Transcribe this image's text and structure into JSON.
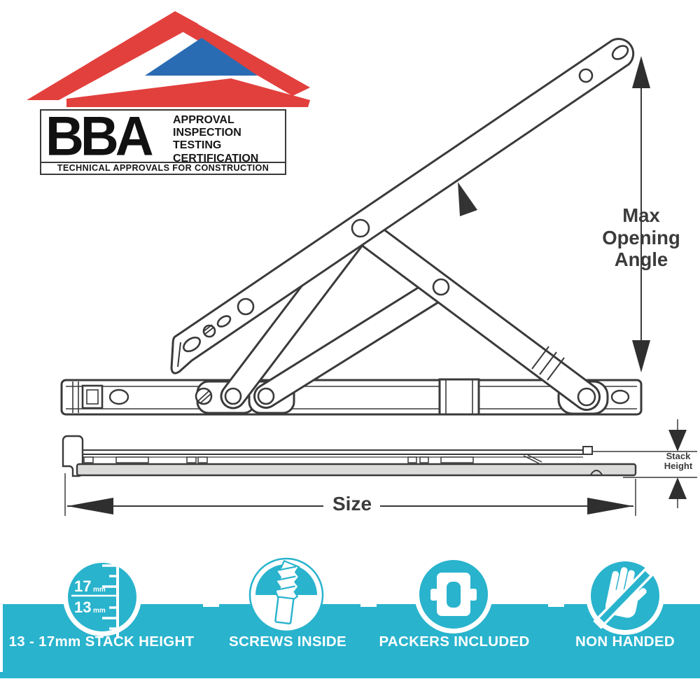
{
  "logo": {
    "acronym": "BBA",
    "services": [
      "APPROVAL",
      "INSPECTION",
      "TESTING",
      "CERTIFICATION"
    ],
    "tagline": "TECHNICAL APPROVALS FOR CONSTRUCTION"
  },
  "diagram": {
    "max_opening_angle_label": [
      "Max",
      "Opening",
      "Angle"
    ],
    "size_label": "Size",
    "stack_height_label": [
      "Stack",
      "Height"
    ]
  },
  "features_banner": {
    "background_color": "#29b3cd",
    "items": [
      {
        "icon": "stack-height-gauge-icon",
        "label": "13 - 17mm STACK HEIGHT",
        "gauge": {
          "top_value": "17",
          "top_unit": "mm",
          "bottom_value": "13",
          "bottom_unit": "mm"
        }
      },
      {
        "icon": "screw-icon",
        "label": "SCREWS INSIDE"
      },
      {
        "icon": "packer-icon",
        "label": "PACKERS INCLUDED"
      },
      {
        "icon": "non-handed-hand-icon",
        "label": "NON HANDED"
      }
    ]
  },
  "colors": {
    "bba_red": "#e2403d",
    "bba_blue": "#2a6cb3",
    "line": "#3a3a3a",
    "teal": "#29b3cd"
  }
}
